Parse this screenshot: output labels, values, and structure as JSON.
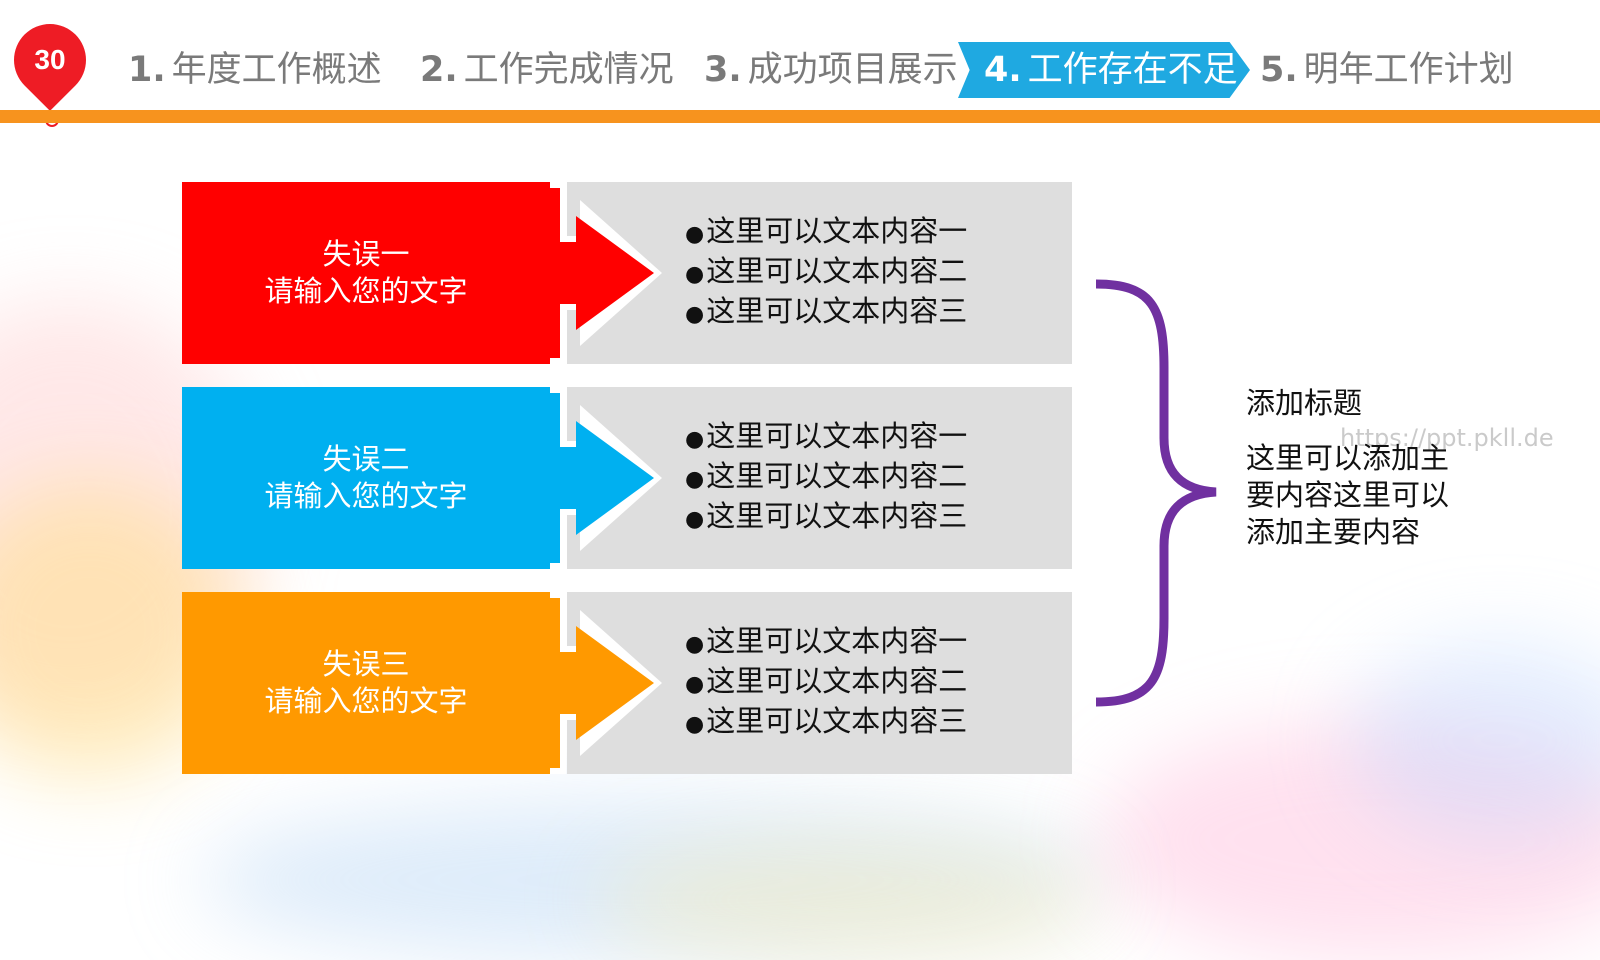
{
  "slide": {
    "page_number": "30",
    "watermark": "https://ppt.pkll.de"
  },
  "colors": {
    "accent_orange": "#f7931e",
    "nav_active": "#1fa9e1",
    "badge_red": "#ee1c25",
    "brace_purple": "#7030a0"
  },
  "nav": [
    {
      "num": "1.",
      "label": "年度工作概述",
      "active": false
    },
    {
      "num": "2.",
      "label": "工作完成情况",
      "active": false
    },
    {
      "num": "3.",
      "label": "成功项目展示",
      "active": false
    },
    {
      "num": "4.",
      "label": "工作存在不足",
      "active": true
    },
    {
      "num": "5.",
      "label": "明年工作计划",
      "active": false
    }
  ],
  "rows": [
    {
      "color": "#ff0000",
      "title": "失误一",
      "subtitle": "请输入您的文字",
      "bullets": [
        "这里可以文本内容一",
        "这里可以文本内容二",
        "这里可以文本内容三"
      ]
    },
    {
      "color": "#00b0f0",
      "title": "失误二",
      "subtitle": "请输入您的文字",
      "bullets": [
        "这里可以文本内容一",
        "这里可以文本内容二",
        "这里可以文本内容三"
      ]
    },
    {
      "color": "#ff9900",
      "title": "失误三",
      "subtitle": "请输入您的文字",
      "bullets": [
        "这里可以文本内容一",
        "这里可以文本内容二",
        "这里可以文本内容三"
      ]
    }
  ],
  "side": {
    "title": "添加标题",
    "body_lines": [
      "这里可以添加主",
      "要内容这里可以",
      "添加主要内容"
    ]
  }
}
